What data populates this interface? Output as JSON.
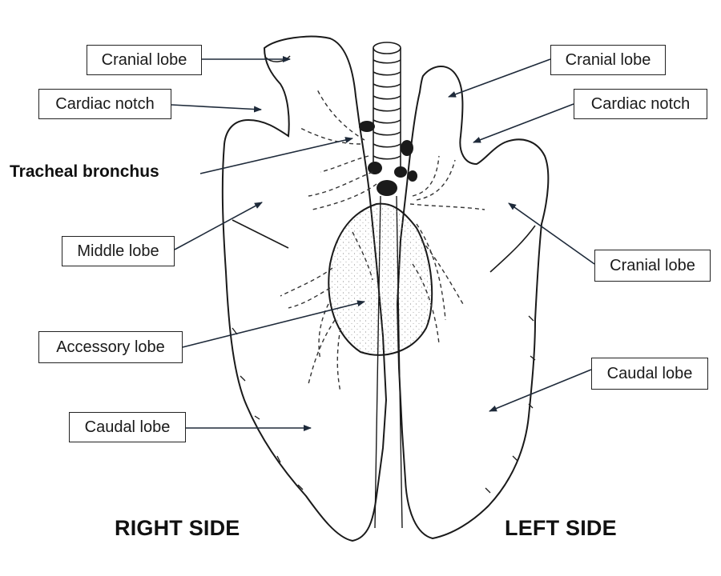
{
  "labels": {
    "right_cranial": "Cranial lobe",
    "right_cardiac_notch": "Cardiac notch",
    "tracheal_bronchus": "Tracheal bronchus",
    "right_middle": "Middle lobe",
    "accessory": "Accessory lobe",
    "right_caudal": "Caudal lobe",
    "left_cranial_upper": "Cranial lobe",
    "left_cardiac_notch": "Cardiac notch",
    "left_cranial_lower": "Cranial lobe",
    "left_caudal": "Caudal lobe"
  },
  "sides": {
    "right": "RIGHT SIDE",
    "left": "LEFT SIDE"
  }
}
